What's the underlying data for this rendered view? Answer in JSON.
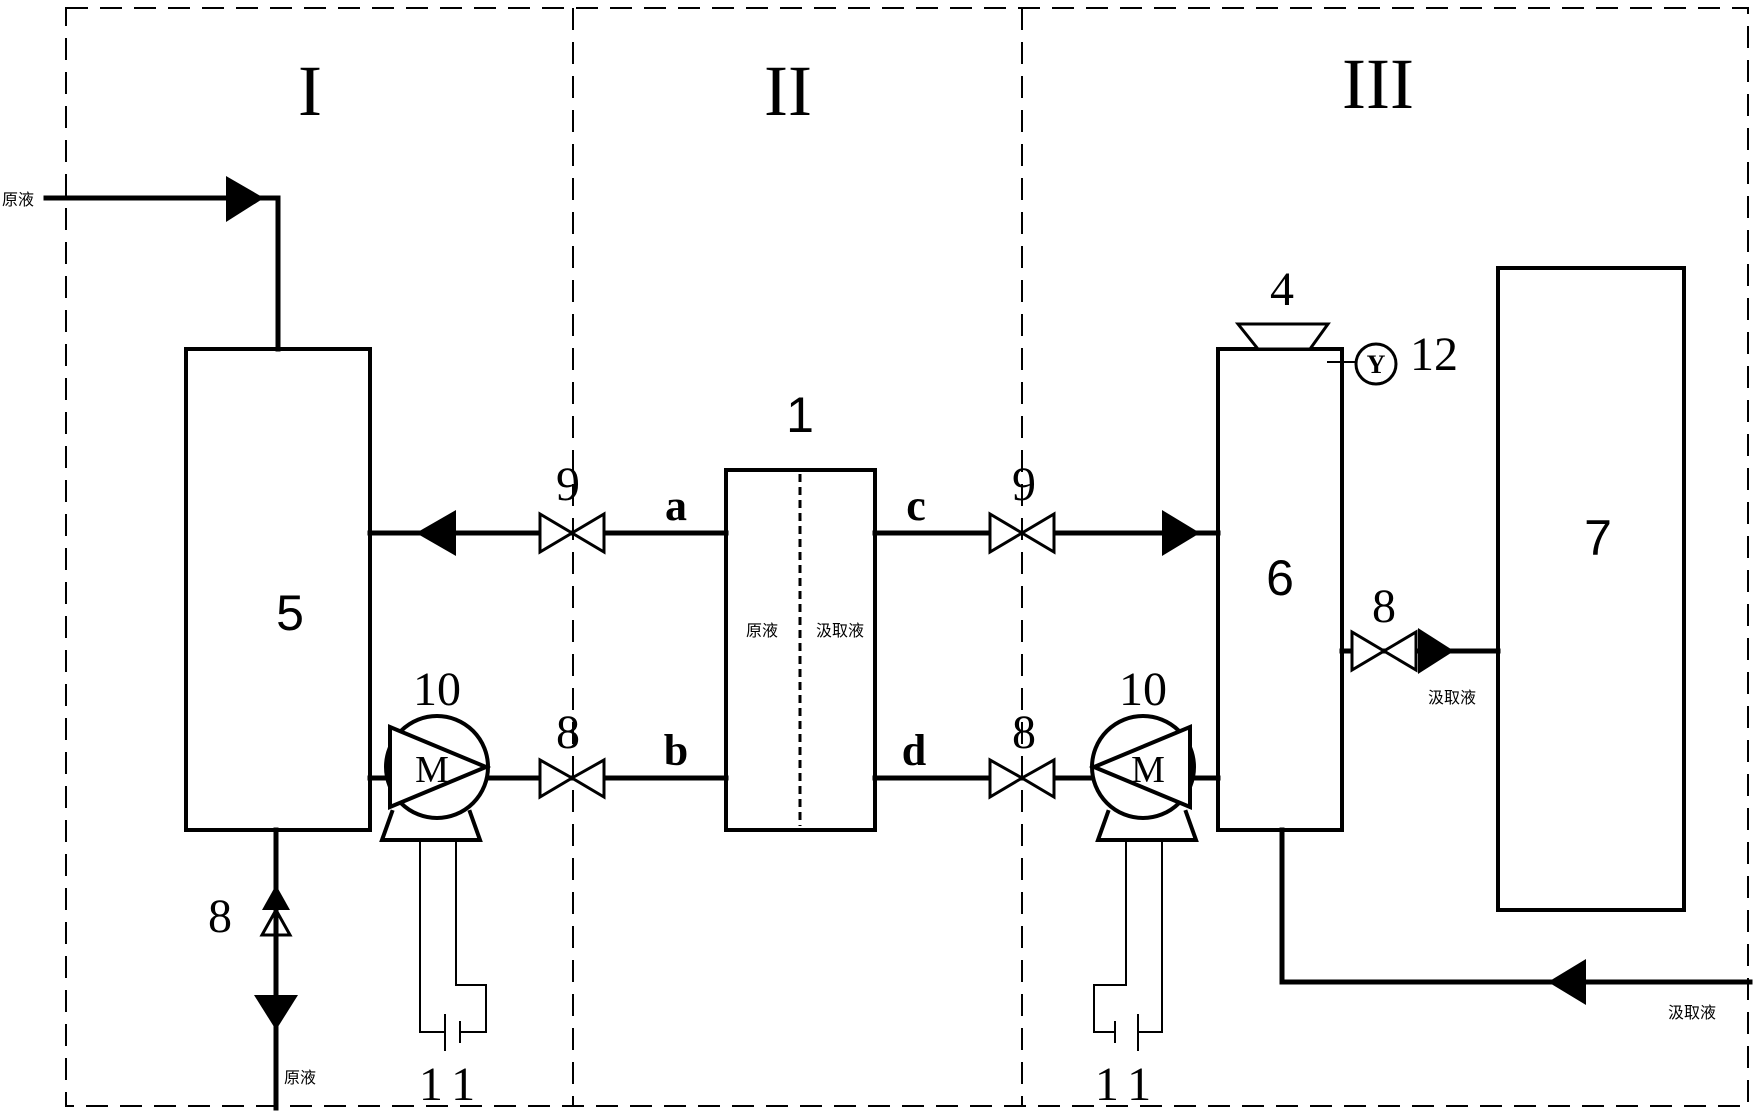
{
  "zones": {
    "zone1": "I",
    "zone2": "II",
    "zone3": "III"
  },
  "labels": {
    "module": "1",
    "hopper": "4",
    "feed_tank": "5",
    "draw_tank": "6",
    "draw_reservoir": "7",
    "ball_valve": "8",
    "needle_valve": "9",
    "pump": "10",
    "power": "11",
    "gauge": "12"
  },
  "ports": {
    "a": "a",
    "b": "b",
    "c": "c",
    "d": "d"
  },
  "streams": {
    "feed": "原液",
    "draw": "汲取液"
  },
  "symbols": {
    "motor": "M",
    "gauge": "Y"
  }
}
